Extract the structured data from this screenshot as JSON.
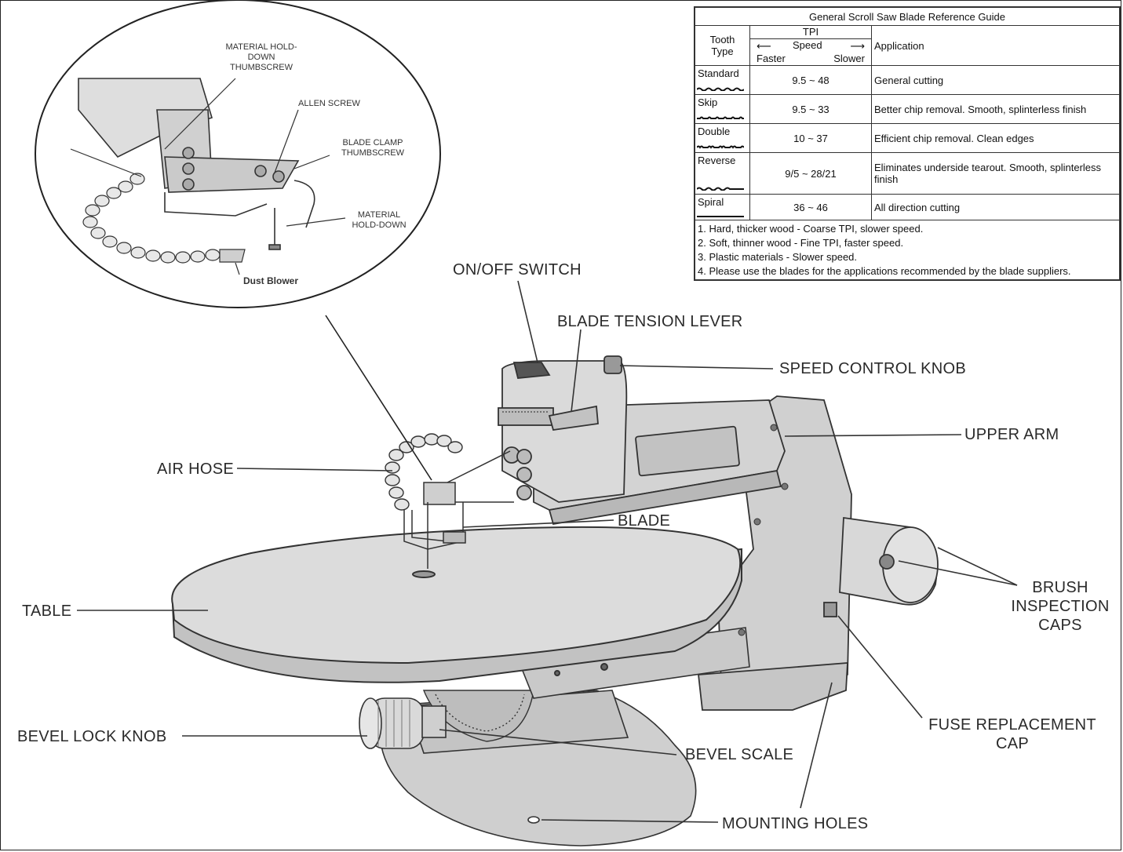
{
  "callouts": {
    "on_off_switch": "ON/OFF SWITCH",
    "blade_tension_lever": "BLADE TENSION LEVER",
    "speed_control_knob": "SPEED CONTROL KNOB",
    "upper_arm": "UPPER ARM",
    "air_hose": "AIR HOSE",
    "blade": "BLADE",
    "table": "TABLE",
    "brush_inspection_caps": "BRUSH INSPECTION CAPS",
    "fuse_replacement_cap": "FUSE REPLACEMENT CAP",
    "bevel_lock_knob": "BEVEL LOCK KNOB",
    "bevel_scale": "BEVEL SCALE",
    "mounting_holes": "MOUNTING HOLES"
  },
  "inset": {
    "material_holddown_thumbscrew": "MATERIAL HOLD-DOWN THUMBSCREW",
    "allen_screw": "ALLEN SCREW",
    "blade_clamp_thumbscrew": "BLADE CLAMP THUMBSCREW",
    "material_holddown": "MATERIAL HOLD-DOWN",
    "dust_blower": "Dust Blower"
  },
  "reference_guide": {
    "title": "General Scroll Saw Blade Reference Guide",
    "col_tooth_type": "Tooth Type",
    "col_tpi": "TPI",
    "col_speed": "Speed",
    "col_faster": "Faster",
    "col_slower": "Slower",
    "col_application": "Application",
    "rows": [
      {
        "tooth": "Standard",
        "tpi": "9.5 ~ 48",
        "application": "General cutting"
      },
      {
        "tooth": "Skip",
        "tpi": "9.5 ~ 33",
        "application": "Better chip removal. Smooth, splinterless finish"
      },
      {
        "tooth": "Double",
        "tpi": "10 ~ 37",
        "application": "Efficient chip removal. Clean edges"
      },
      {
        "tooth": "Reverse",
        "tpi": "9/5 ~ 28/21",
        "application": "Eliminates underside tearout. Smooth, splinterless finish"
      },
      {
        "tooth": "Spiral",
        "tpi": "36 ~ 46",
        "application": "All direction cutting"
      }
    ],
    "notes": [
      "1. Hard, thicker wood - Coarse TPI, slower speed.",
      "2. Soft, thinner wood - Fine TPI, faster speed.",
      "3. Plastic materials - Slower speed.",
      "4. Please use the blades for the applications recommended by the blade suppliers."
    ]
  }
}
